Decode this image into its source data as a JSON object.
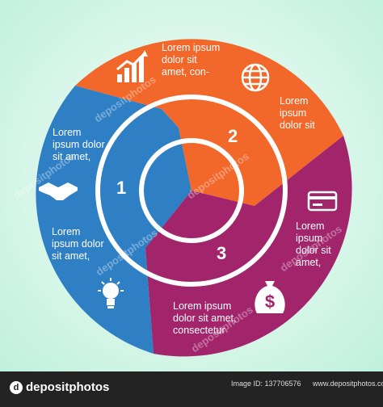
{
  "diagram": {
    "segments": [
      {
        "number": "1",
        "color": "#2f7fc4",
        "text": "Lorem\nipsum dolor\nsit amet,",
        "text2": "Lorem\nipsum dolor\nsit amet,",
        "icons": [
          "handshake-icon",
          "lightbulb-icon"
        ]
      },
      {
        "number": "2",
        "color": "#f2672a",
        "text": "Lorem ipsum\ndolor sit\namet, con-",
        "text2": "Lorem\nipsum\ndolor sit",
        "icons": [
          "growth-chart-icon",
          "globe-icon"
        ]
      },
      {
        "number": "3",
        "color": "#a2256c",
        "text": "Lorem\nipsum\ndolor sit\namet,",
        "text2": "Lorem ipsum\ndolor sit amet,\nconsectetur",
        "icons": [
          "credit-card-icon",
          "money-bag-icon"
        ]
      }
    ],
    "ring_color": "#ffffff"
  },
  "watermark": "depositphotos",
  "footer": {
    "brand": "depositphotos",
    "image_id": "Image ID: 137706576",
    "site": "www.depositphotos.com"
  }
}
